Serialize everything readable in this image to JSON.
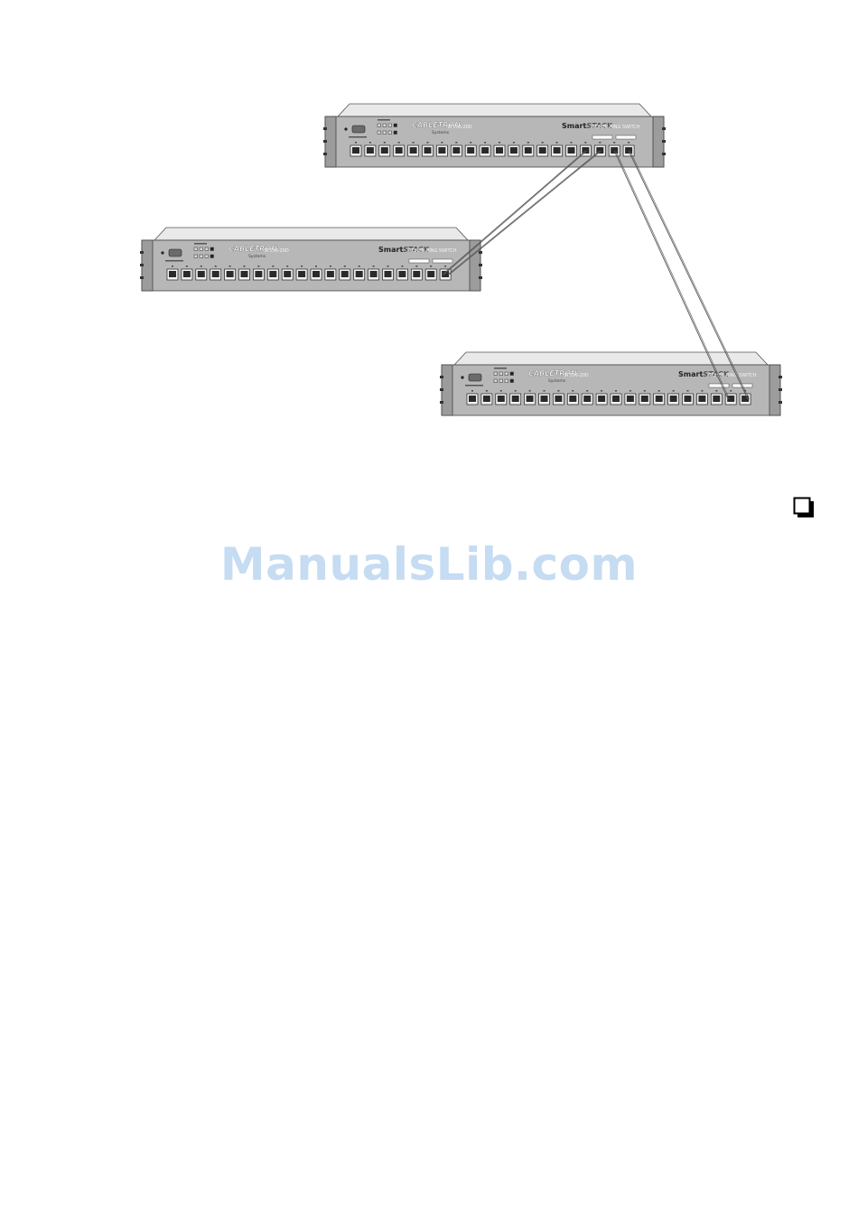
{
  "diagram": {
    "switches": [
      {
        "id": "switch-1",
        "brand": "CABLETRON",
        "brand_sub": "Systems",
        "model": "STS16-20D",
        "series_a": "Smart",
        "series_b": "STACK",
        "product": "TOKEN RING SWITCH"
      },
      {
        "id": "switch-2",
        "brand": "CABLETRON",
        "brand_sub": "Systems",
        "model": "STS16-20D",
        "series_a": "Smart",
        "series_b": "STACK",
        "product": "TOKEN RING SWITCH"
      },
      {
        "id": "switch-3",
        "brand": "CABLETRON",
        "brand_sub": "Systems",
        "model": "STS16-20D",
        "series_a": "Smart",
        "series_b": "STACK",
        "product": "TOKEN RING SWITCH"
      }
    ],
    "ports_per_switch": 20,
    "connections": [
      {
        "from": "switch-1",
        "from_port": 17,
        "to": "switch-2",
        "to_port": 20
      },
      {
        "from": "switch-1",
        "from_port": 18,
        "to": "switch-2",
        "to_port": 20
      },
      {
        "from": "switch-1",
        "from_port": 19,
        "to": "switch-3",
        "to_port": 19
      },
      {
        "from": "switch-1",
        "from_port": 20,
        "to": "switch-3",
        "to_port": 20
      }
    ]
  },
  "watermark": "ManualsLib.com",
  "icons": {
    "checkbox": "checkbox-icon"
  }
}
